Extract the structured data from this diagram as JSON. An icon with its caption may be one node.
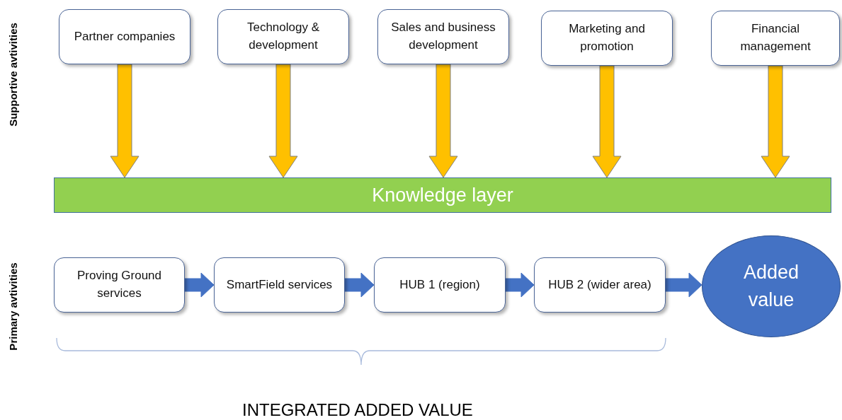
{
  "diagram": {
    "nodes": [
      {
        "text": [
          "Partner companies"
        ]
      },
      {
        "text": [
          "Technology & development"
        ]
      },
      {
        "text": [
          "Sales and business development"
        ]
      },
      {
        "text": [
          "Marketing and promotion"
        ]
      },
      {
        "text": [
          "Financial management"
        ]
      },
      {
        "text": [
          "Knowledge layer"
        ]
      },
      {
        "text": [
          "Proving Ground services"
        ]
      },
      {
        "text": [
          "SmartField services"
        ]
      },
      {
        "text": [
          "HUB 1 (region)"
        ]
      },
      {
        "text": [
          "HUB 2 (wider area)"
        ]
      },
      {
        "text": [
          "Added value"
        ]
      }
    ],
    "edges": [
      {
        "from": 0,
        "to": 5,
        "arrow": "to",
        "style": "thick",
        "color": "#ffc000"
      },
      {
        "from": 1,
        "to": 5,
        "arrow": "to",
        "style": "thick",
        "color": "#ffc000"
      },
      {
        "from": 2,
        "to": 5,
        "arrow": "to",
        "style": "thick",
        "color": "#ffc000"
      },
      {
        "from": 3,
        "to": 5,
        "arrow": "to",
        "style": "thick",
        "color": "#ffc000"
      },
      {
        "from": 4,
        "to": 5,
        "arrow": "to",
        "style": "thick",
        "color": "#ffc000"
      },
      {
        "from": 6,
        "to": 7,
        "arrow": "to",
        "style": "thick",
        "color": "#4472c4"
      },
      {
        "from": 7,
        "to": 8,
        "arrow": "to",
        "style": "thick",
        "color": "#4472c4"
      },
      {
        "from": 8,
        "to": 9,
        "arrow": "to",
        "style": "thick",
        "color": "#4472c4"
      },
      {
        "from": 9,
        "to": 10,
        "arrow": "to",
        "style": "thick",
        "color": "#4472c4"
      }
    ],
    "labels": [
      "Supportive avtivities",
      "Primary avtivities",
      "INTEGRATED ADDED VALUE"
    ]
  }
}
